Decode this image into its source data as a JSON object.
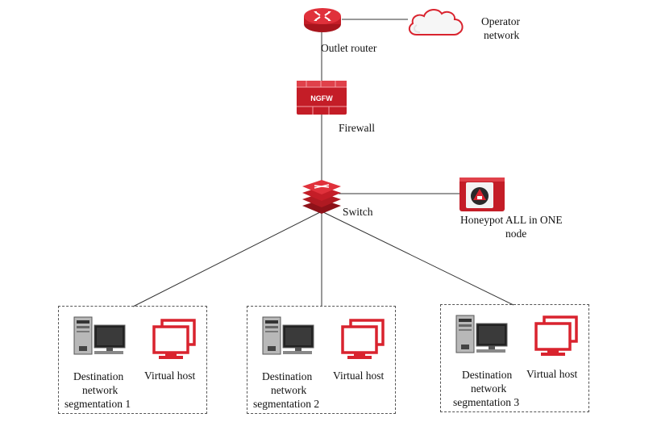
{
  "nodes": {
    "router": {
      "label": "Outlet router"
    },
    "operator": {
      "label_line1": "Operator",
      "label_line2": "network"
    },
    "firewall": {
      "label": "Firewall",
      "badge": "NGFW"
    },
    "switch": {
      "label": "Switch"
    },
    "honeypot": {
      "label_line1": "Honeypot ALL in ONE",
      "label_line2": "node"
    }
  },
  "segments": [
    {
      "dest_line1": "Destination",
      "dest_line2": "network",
      "dest_line3": "segmentation 1",
      "virtual_label": "Virtual host"
    },
    {
      "dest_line1": "Destination",
      "dest_line2": "network",
      "dest_line3": "segmentation 2",
      "virtual_label": "Virtual host"
    },
    {
      "dest_line1": "Destination",
      "dest_line2": "network",
      "dest_line3": "segmentation 3",
      "virtual_label": "Virtual host"
    }
  ],
  "colors": {
    "accent_red": "#d9232e",
    "dark_red": "#a8151d",
    "line": "#333333",
    "server_gray": "#9a9a9a"
  }
}
